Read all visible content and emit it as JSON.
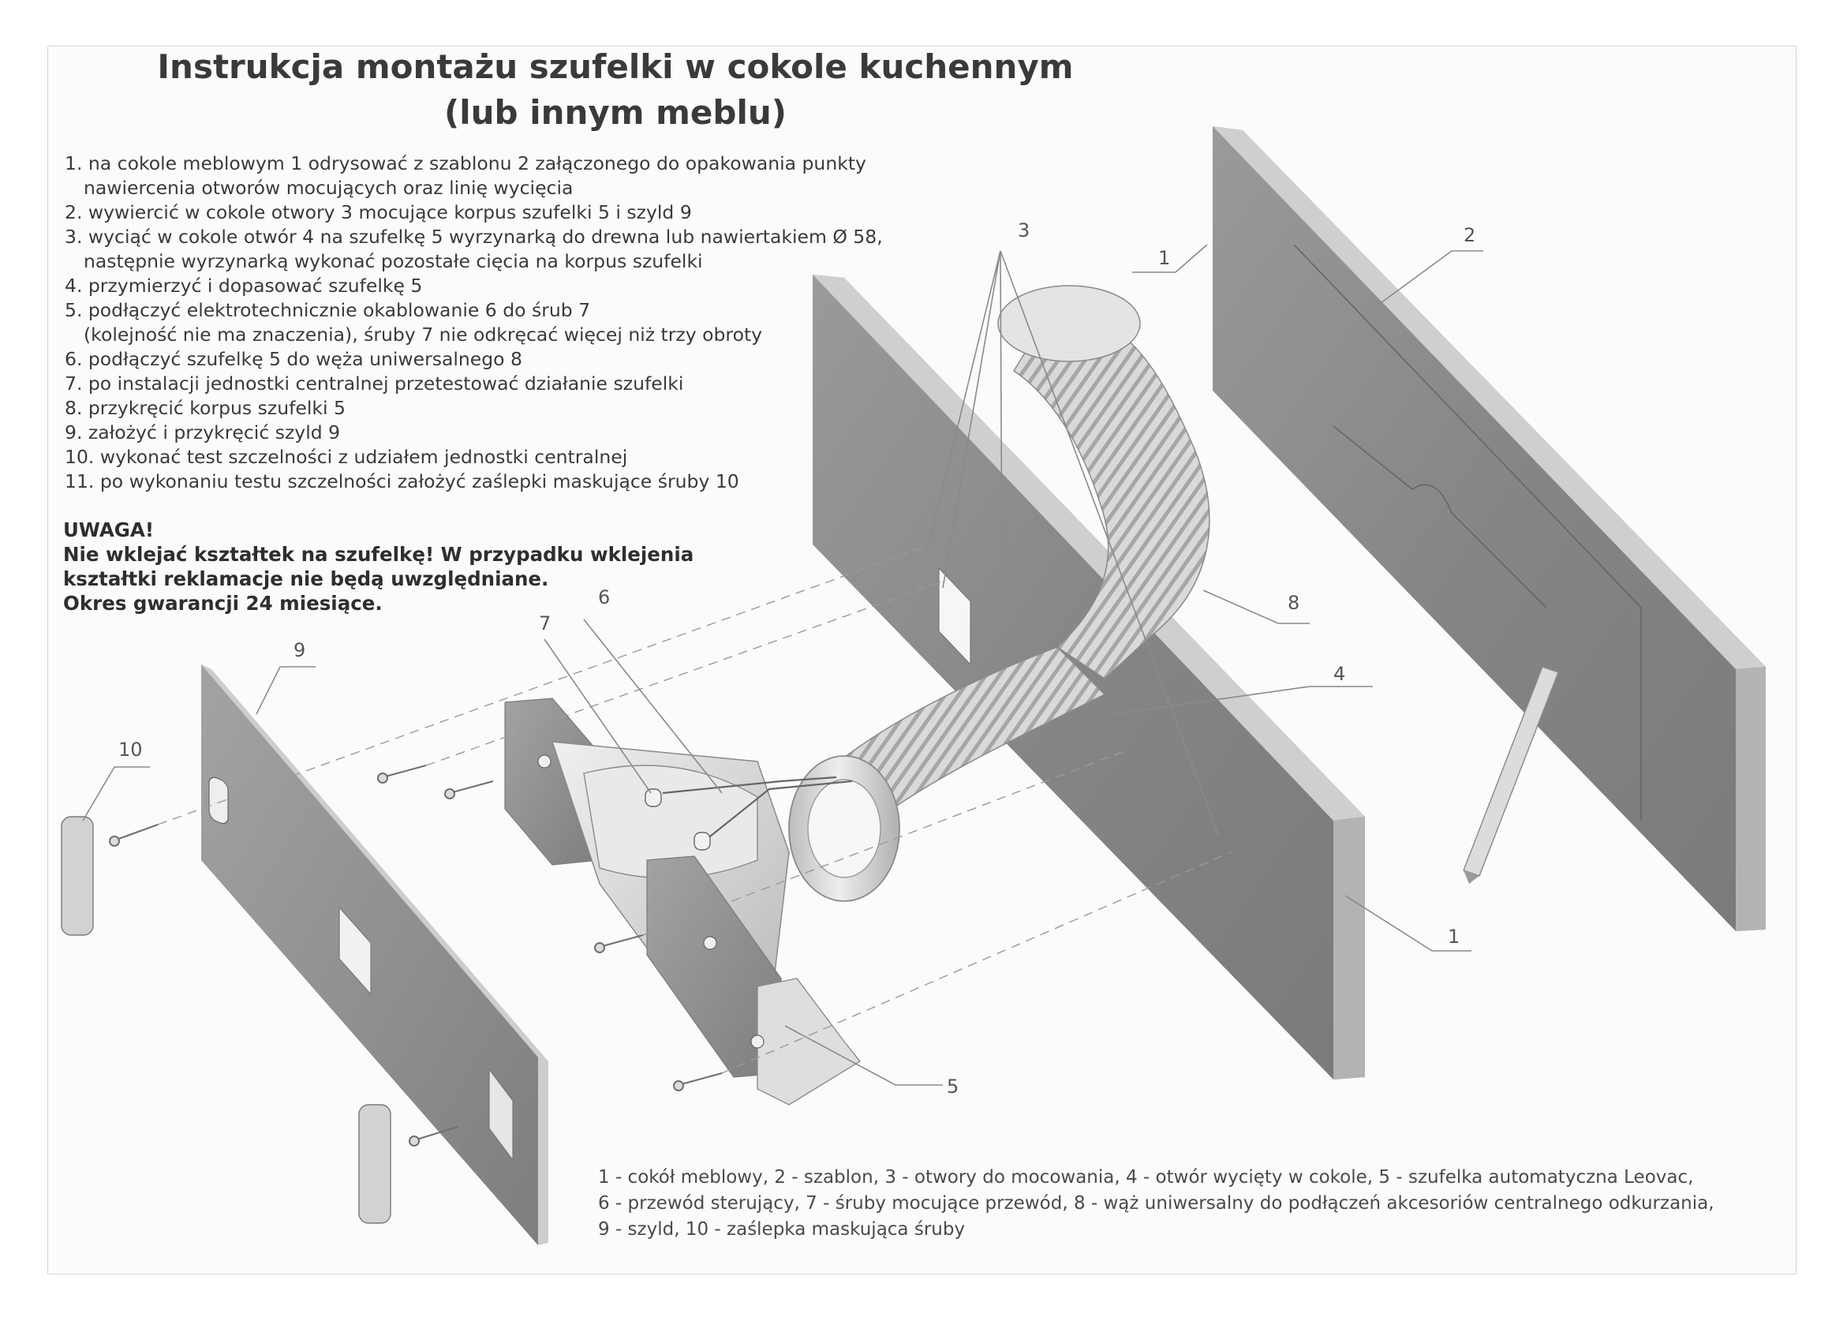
{
  "title": {
    "line1": "Instrukcja montażu szufelki w cokole kuchennym",
    "line2": "(lub innym meblu)"
  },
  "steps": [
    "1. na cokole meblowym 1 odrysować z szablonu 2 załączonego do opakowania punkty",
    "nawiercenia otworów mocujących oraz linię wycięcia",
    "2. wywiercić w cokole otwory 3 mocujące korpus szufelki 5 i szyld 9",
    "3. wyciąć w cokole otwór 4 na szufelkę 5 wyrzynarką do drewna lub nawiertakiem Ø 58,",
    "następnie wyrzynarką wykonać pozostałe cięcia na korpus szufelki",
    "4. przymierzyć i dopasować szufelkę 5",
    "5. podłączyć elektrotechnicznie okablowanie 6 do śrub 7",
    "(kolejność nie ma znaczenia), śruby 7 nie odkręcać więcej niż trzy obroty",
    "6. podłączyć szufelkę 5 do węża uniwersalnego 8",
    "7. po instalacji jednostki centralnej przetestować działanie szufelki",
    "8. przykręcić korpus szufelki 5",
    "9. założyć i przykręcić szyld 9",
    "10. wykonać test szczelności z udziałem jednostki centralnej",
    "11. po wykonaniu testu szczelności założyć zaślepki maskujące śruby 10"
  ],
  "warning": {
    "heading": "UWAGA!",
    "line1": "Nie wklejać kształtek na szufelkę! W przypadku wklejenia",
    "line2": "kształtki reklamacje nie będą uwzględniane.",
    "line3": "Okres gwarancji 24 miesiące."
  },
  "callouts": {
    "c1a": "1",
    "c1b": "1",
    "c2": "2",
    "c3": "3",
    "c4": "4",
    "c5": "5",
    "c6": "6",
    "c7": "7",
    "c8": "8",
    "c9": "9",
    "c10": "10"
  },
  "legend": {
    "line1": "1 - cokół meblowy, 2 - szablon, 3 - otwory do mocowania, 4 - otwór wycięty w cokole, 5 - szufelka automatyczna Leovac,",
    "line2": "6 - przewód sterujący, 7 - śruby mocujące przewód, 8 - wąż uniwersalny do podłączeń akcesoriów centralnego odkurzania,",
    "line3": "9 - szyld, 10 - zaślepka maskująca śruby"
  },
  "colors": {
    "board_face": "#8e8e8e",
    "board_edge": "#c9c9c9",
    "board_side": "#a9a9a9",
    "metal": "#e2e2e2",
    "metal_shadow": "#b6b6b6",
    "hose": "#d4d4d4",
    "hose_rib": "#9c9c9c"
  }
}
